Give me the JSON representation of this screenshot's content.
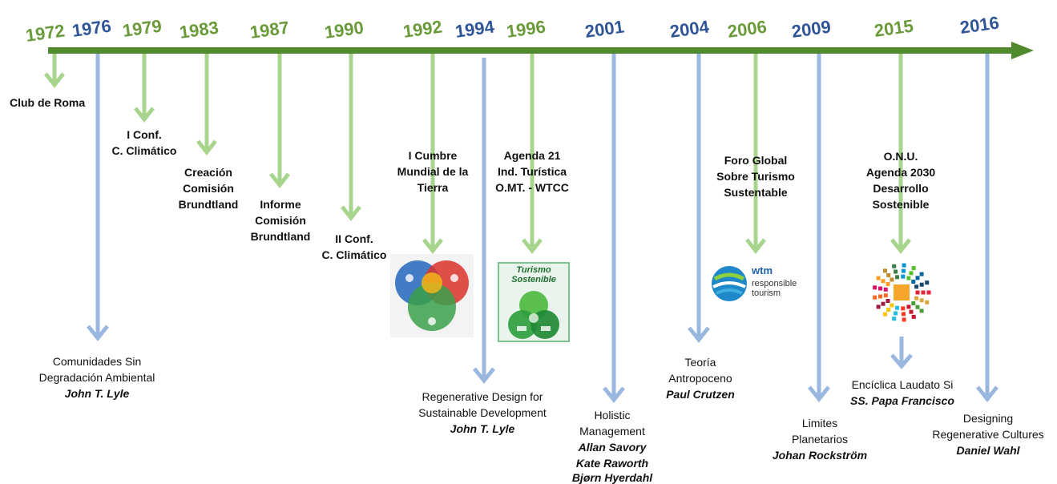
{
  "colors": {
    "axis": "#4f8a2e",
    "green_arrow": "#a8d58d",
    "blue_arrow": "#9ab7e0",
    "year_green": "#6a9a3a",
    "year_blue": "#2f5597"
  },
  "years": {
    "y1972": "1972",
    "y1976": "1976",
    "y1979": "1979",
    "y1983": "1983",
    "y1987": "1987",
    "y1990": "1990",
    "y1992": "1992",
    "y1994": "1994",
    "y1996": "1996",
    "y2001": "2001",
    "y2004": "2004",
    "y2006": "2006",
    "y2009": "2009",
    "y2015": "2015",
    "y2016": "2016"
  },
  "events": {
    "club_roma": "Club de Roma",
    "conf1_l1": "I Conf.",
    "conf1_l2": "C. Climático",
    "creacion_l1": "Creación",
    "creacion_l2": "Comisión",
    "creacion_l3": "Brundtland",
    "informe_l1": "Informe",
    "informe_l2": "Comisión",
    "informe_l3": "Brundtland",
    "conf2_l1": "II Conf.",
    "conf2_l2": "C. Climático",
    "cumbre_l1": "I Cumbre",
    "cumbre_l2": "Mundial de la",
    "cumbre_l3": "Tierra",
    "agenda21_l1": "Agenda 21",
    "agenda21_l2": "Ind. Turística",
    "agenda21_l3": "O.MT.  - WTCC",
    "foro_l1": "Foro Global",
    "foro_l2": "Sobre Turismo",
    "foro_l3": "Sustentable",
    "onu_l1": "O.N.U.",
    "onu_l2": "Agenda 2030",
    "onu_l3": "Desarrollo",
    "onu_l4": "Sostenible"
  },
  "works": {
    "comunidades_l1": "Comunidades Sin",
    "comunidades_l2": "Degradación Ambiental",
    "comunidades_author": "John T. Lyle",
    "regen_l1": "Regenerative Design for",
    "regen_l2": "Sustainable Development",
    "regen_author": "John T. Lyle",
    "holistic_l1": "Holistic",
    "holistic_l2": "Management",
    "holistic_a1": "Allan Savory",
    "holistic_a2": "Kate Raworth",
    "holistic_a3": "Bjørn Hyerdahl",
    "teoria_l1": "Teoría",
    "teoria_l2": "Antropoceno",
    "teoria_author": "Paul Crutzen",
    "limites_l1": "Limites",
    "limites_l2": "Planetarios",
    "limites_author": "Johan Rockström",
    "enciclica_l1": "Encíclica Laudato Si",
    "enciclica_author": "SS. Papa Francisco",
    "designing_l1": "Designing",
    "designing_l2": "Regenerative Cultures",
    "designing_author": "Daniel Wahl"
  },
  "logos": {
    "turismo_title": "Turismo Sostenible",
    "wtm_brand": "wtm",
    "wtm_line1": "responsible",
    "wtm_line2": "tourism"
  }
}
